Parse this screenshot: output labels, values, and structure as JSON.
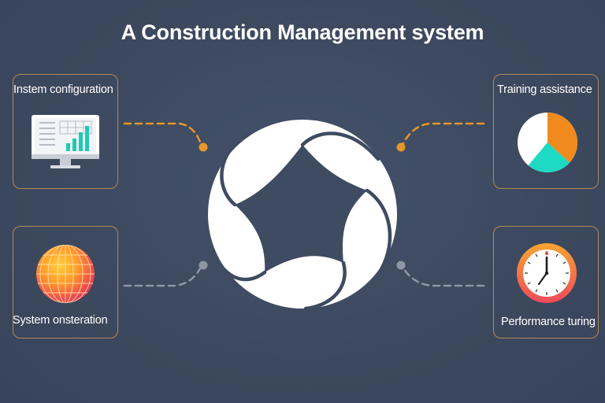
{
  "title": "A Construction Management system",
  "nodes": {
    "top_left": {
      "label": "Instem configuration",
      "icon": "monitor-chart-icon"
    },
    "top_right": {
      "label": "Training assistance",
      "icon": "pie-chart-icon"
    },
    "bottom_left": {
      "label": "System onsteration",
      "icon": "globe-icon"
    },
    "bottom_right": {
      "label": "Performance turing",
      "icon": "clock-icon"
    }
  },
  "center": {
    "icon": "swirl-star-logo-icon"
  },
  "colors": {
    "background": "#3e4b60",
    "card_border": "#b08a5a",
    "accent_orange": "#e8962a",
    "accent_teal": "#1ec9b8",
    "connector_gray": "#8e96a6"
  }
}
